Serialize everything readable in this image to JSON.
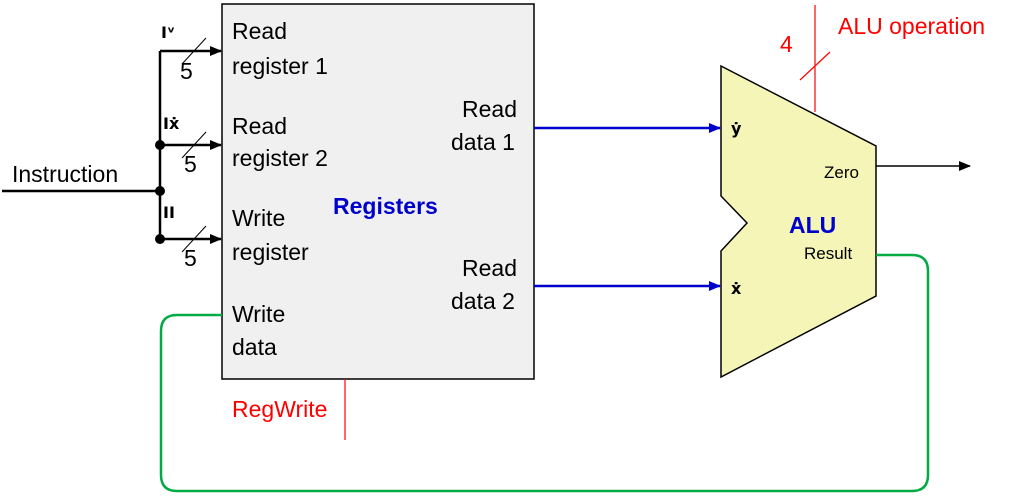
{
  "colors": {
    "accent_red": "#ff0000",
    "accent_blue": "#0000cc",
    "feedback_green": "#00aa44",
    "register_fill": "#f0f0f0",
    "alu_fill": "#f5f5b8"
  },
  "registers": {
    "title": "Registers",
    "inputs": {
      "read_register_1": [
        "Read",
        "register 1"
      ],
      "read_register_2": [
        "Read",
        "register 2"
      ],
      "write_register": [
        "Write",
        "register"
      ],
      "write_data": [
        "Write",
        "data"
      ]
    },
    "outputs": {
      "read_data_1": [
        "Read",
        "data 1"
      ],
      "read_data_2": [
        "Read",
        "data 2"
      ]
    }
  },
  "instruction": {
    "label": "Instruction",
    "bus_width": "5",
    "field_glyphs": [
      "Iᵛ",
      "Iẋ",
      "Iⵏ"
    ]
  },
  "control": {
    "regwrite": "RegWrite",
    "alu_operation": "ALU operation",
    "alu_operation_width": "4"
  },
  "alu": {
    "title": "ALU",
    "zero": "Zero",
    "result": "Result",
    "input_marks": [
      "ẏ",
      "ẋ"
    ]
  }
}
